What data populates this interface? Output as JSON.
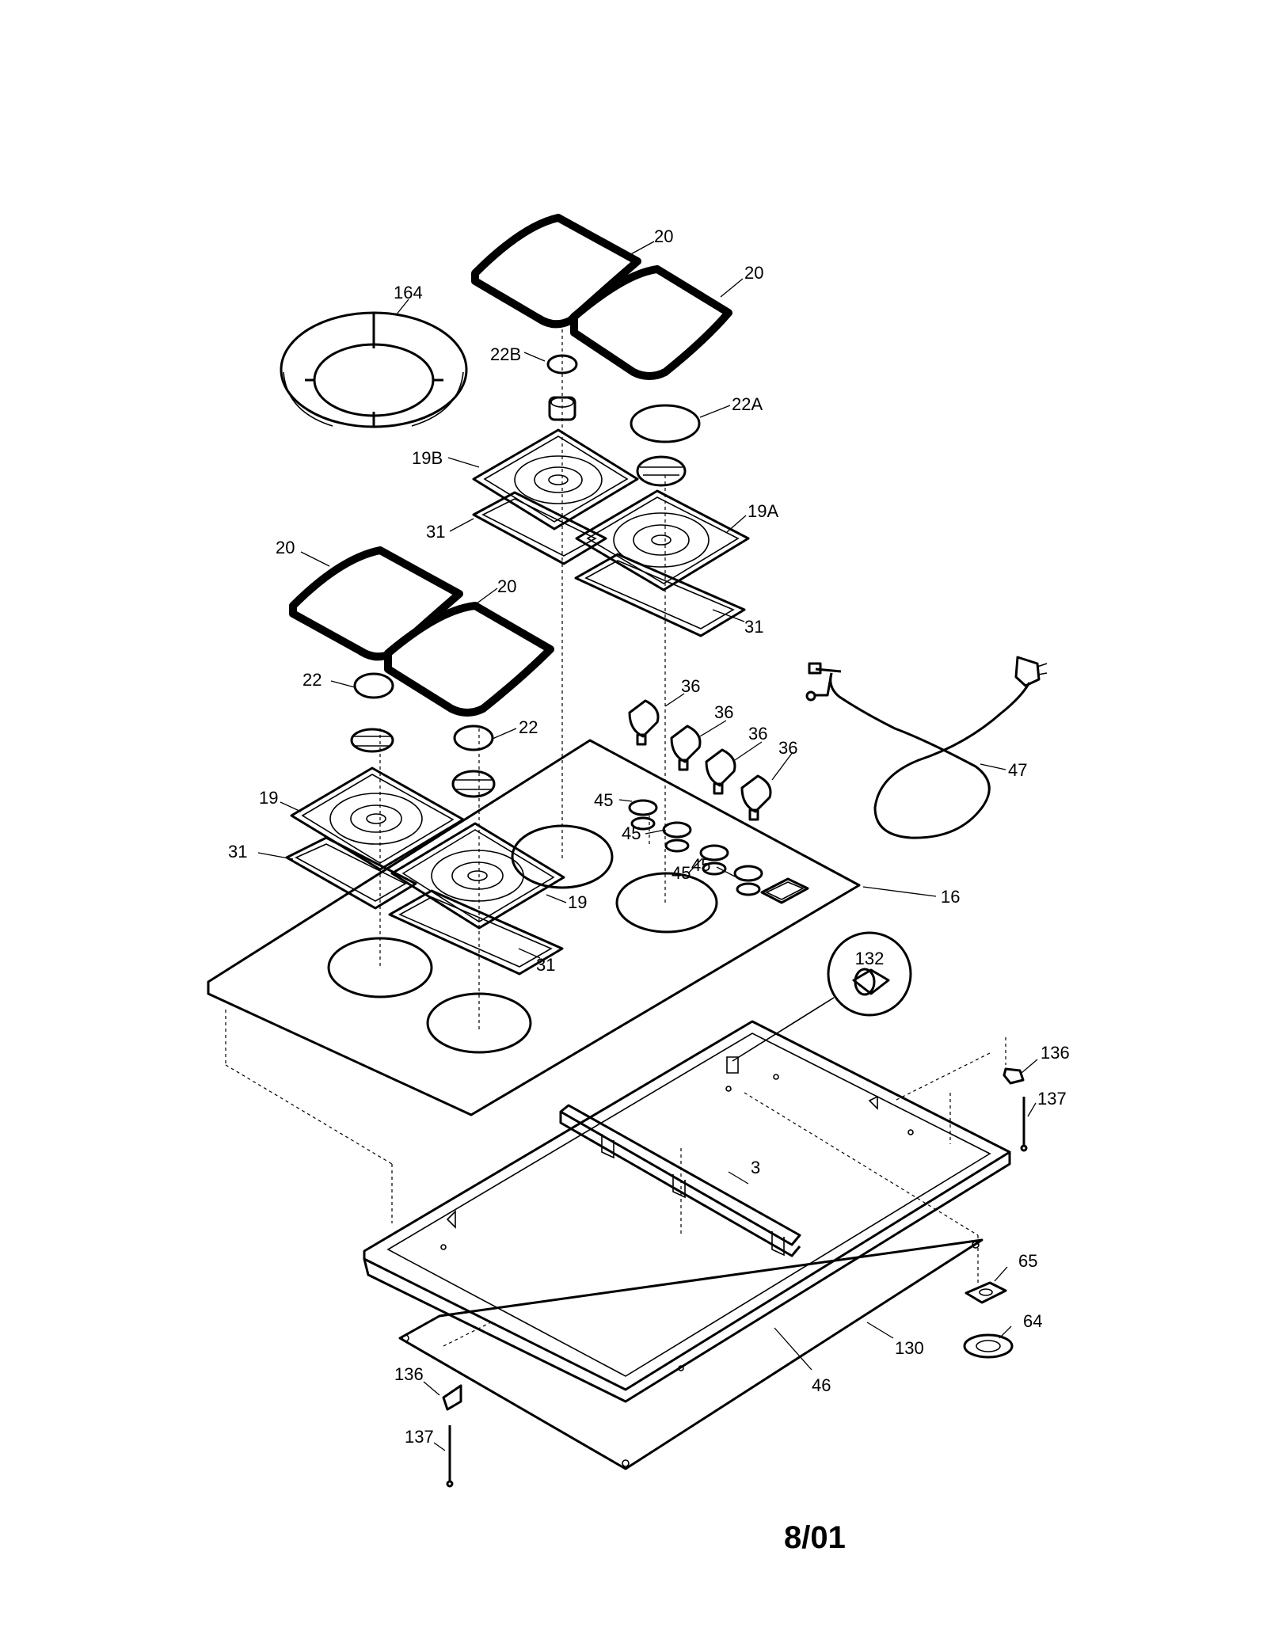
{
  "date_code": "8/01",
  "parts": {
    "wok_ring": "164",
    "grate": "20",
    "cap_b": "22B",
    "cap_a": "22A",
    "cap": "22",
    "burner_pan_b": "19B",
    "burner_pan_a": "19A",
    "burner_pan": "19",
    "seal": "31",
    "knob": "36",
    "bezel": "45",
    "power_cord": "47",
    "cooktop_glass": "16",
    "igniter_module": "132",
    "bracket": "136",
    "screw": "137",
    "brace": "3",
    "frame": "46",
    "bottom_panel": "130",
    "gasket": "65",
    "plate": "64"
  }
}
